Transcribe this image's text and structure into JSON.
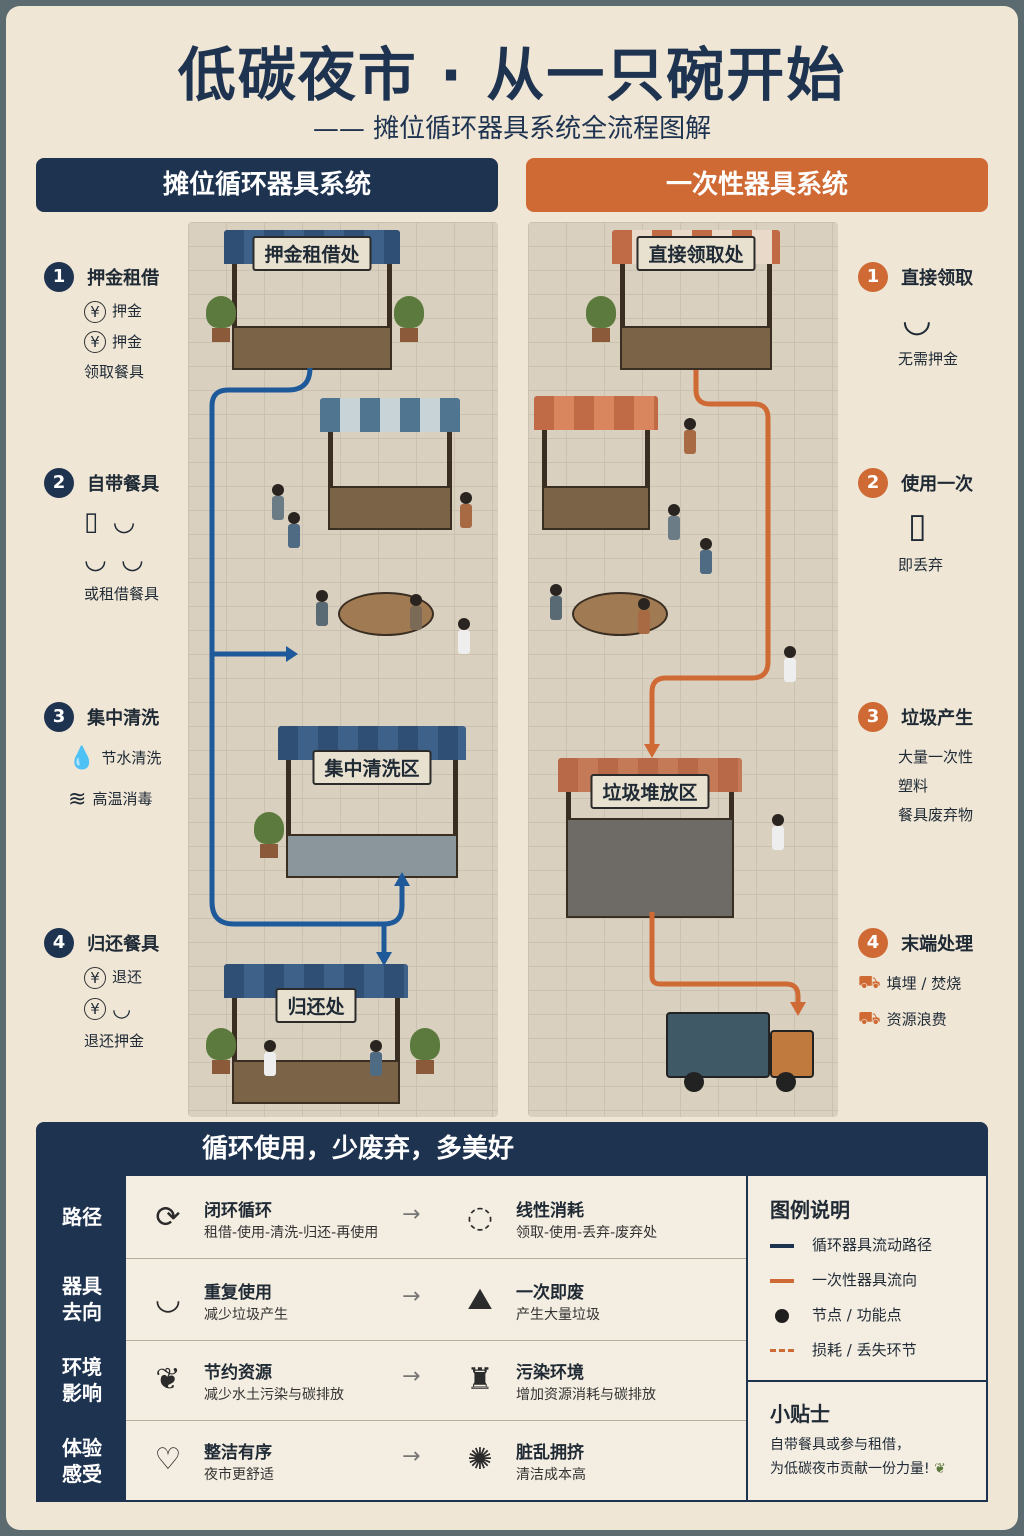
{
  "header": {
    "title": "低碳夜市 · 从一只碗开始",
    "subtitle": "—— 摊位循环器具系统全流程图解"
  },
  "left_panel": {
    "title": "摊位循环器具系统",
    "stalls": {
      "deposit": "押金租借处",
      "wash": "集中清洗区",
      "return": "归还处"
    },
    "steps": [
      {
        "num": "1",
        "title": "押金租借",
        "lines": [
          "押金",
          "押金",
          "领取餐具"
        ],
        "icons": [
          "¥",
          "¥"
        ]
      },
      {
        "num": "2",
        "title": "自带餐具",
        "lines": [
          "或租借餐具"
        ]
      },
      {
        "num": "3",
        "title": "集中清洗",
        "lines": [
          "节水清洗",
          "高温消毒"
        ]
      },
      {
        "num": "4",
        "title": "归还餐具",
        "lines": [
          "退还",
          "退还押金"
        ],
        "icons": [
          "¥",
          "¥"
        ]
      }
    ]
  },
  "right_panel": {
    "title": "一次性器具系统",
    "stalls": {
      "pickup": "直接领取处",
      "trash": "垃圾堆放区"
    },
    "steps": [
      {
        "num": "1",
        "title": "直接领取",
        "lines": [
          "无需押金"
        ]
      },
      {
        "num": "2",
        "title": "使用一次",
        "lines": [
          "即丢弃"
        ]
      },
      {
        "num": "3",
        "title": "垃圾产生",
        "lines": [
          "大量一次性",
          "塑料",
          "餐具废弃物"
        ]
      },
      {
        "num": "4",
        "title": "末端处理",
        "lines": [
          "填埋 / 焚烧",
          "资源浪费"
        ]
      }
    ]
  },
  "comparison": {
    "title": "循环使用，少废弃，多美好",
    "rows": [
      {
        "label": "路径",
        "left": {
          "title": "闭环循环",
          "desc": "租借-使用-清洗-归还-再使用"
        },
        "right": {
          "title": "线性消耗",
          "desc": "领取-使用-丢弃-废弃处"
        }
      },
      {
        "label": "器具去向",
        "left": {
          "title": "重复使用",
          "desc": "减少垃圾产生"
        },
        "right": {
          "title": "一次即废",
          "desc": "产生大量垃圾"
        }
      },
      {
        "label": "环境影响",
        "left": {
          "title": "节约资源",
          "desc": "减少水土污染与碳排放"
        },
        "right": {
          "title": "污染环境",
          "desc": "增加资源消耗与碳排放"
        }
      },
      {
        "label": "体验感受",
        "left": {
          "title": "整洁有序",
          "desc": "夜市更舒适"
        },
        "right": {
          "title": "脏乱拥挤",
          "desc": "清洁成本高"
        }
      }
    ],
    "legend": {
      "title": "图例说明",
      "items": [
        "循环器具流动路径",
        "一次性器具流向",
        "节点 / 功能点",
        "损耗 / 丢失环节"
      ],
      "colors": [
        "#1e3350",
        "#d06a34",
        "#1f1f1f",
        "#d06a34"
      ]
    },
    "tips": {
      "title": "小贴士",
      "lines": [
        "自带餐具或参与租借，",
        "为低碳夜市贡献一份力量!"
      ]
    }
  },
  "colors": {
    "navy": "#1e3350",
    "orange": "#d06a34",
    "paper": "#efe6d6"
  }
}
